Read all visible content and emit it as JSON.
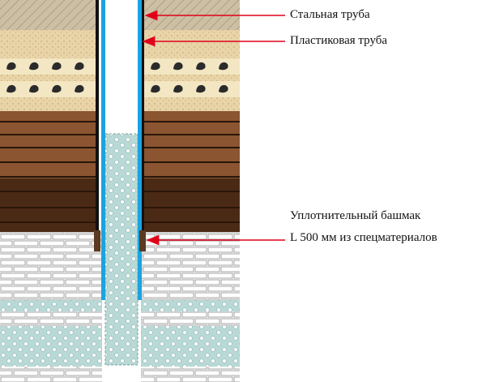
{
  "labels": {
    "steel_pipe": "Стальная труба",
    "plastic_pipe": "Пластиковая труба",
    "seal_shoe_line1": "Уплотнительный башмак",
    "seal_shoe_line2": "L 500 мм из спецматериалов"
  },
  "colors": {
    "arrow": "#e0001a",
    "steel": "#111111",
    "plastic": "#1ba3e0",
    "hatched_soil": "#cbbc9f",
    "sand": "#e8d3a6",
    "clay_dark": "#4a2a16",
    "clay_light": "#a0693a",
    "brick": "#ffffff",
    "gravel": "#b8d8d5"
  }
}
